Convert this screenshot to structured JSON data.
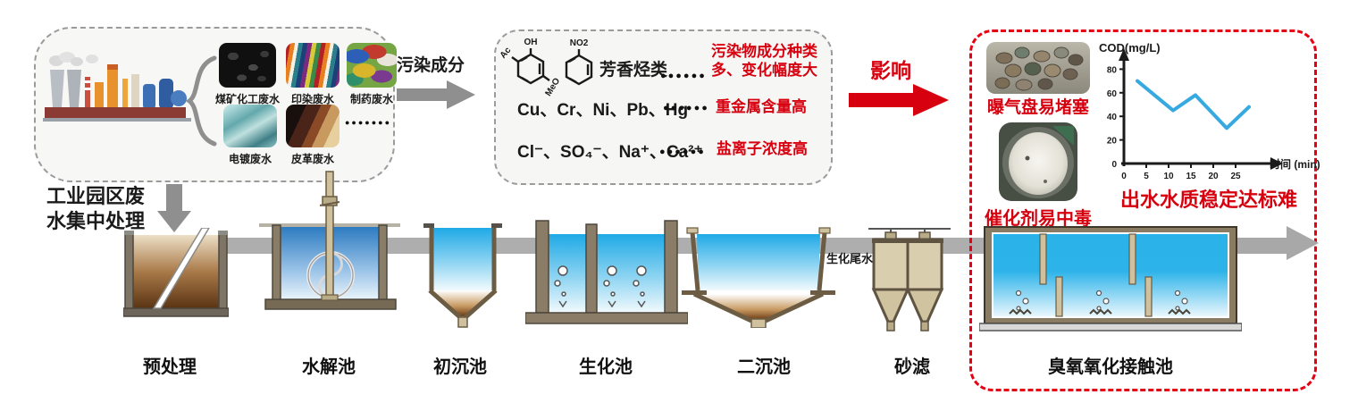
{
  "sources": {
    "items": [
      {
        "label": "煤矿化工废水"
      },
      {
        "label": "印染废水"
      },
      {
        "label": "制药废水"
      },
      {
        "label": "电镀废水"
      },
      {
        "label": "皮革废水"
      }
    ],
    "more": "●●●●●●●"
  },
  "pollution_arrow": {
    "label": "污染成分"
  },
  "components": {
    "aromatic": {
      "benzene1": {
        "top": "OH",
        "left": "Ac",
        "right": "MeO"
      },
      "benzene2": {
        "top": "NO2"
      },
      "name": "芳香烃类",
      "dots": "●●●●●●",
      "note_line1": "污染物成分种类",
      "note_line2": "多、变化幅度大"
    },
    "metals": {
      "formula": "Cu、Cr、Ni、Pb、Hg",
      "dots": "●●●●●●",
      "note": "重金属含量高"
    },
    "salts": {
      "formula": "Cl⁻、SO₄⁻、Na⁺、Ca²⁺",
      "dots": "●●●●●●",
      "note": "盐离子浓度高"
    }
  },
  "impact": {
    "arrow_label": "影响",
    "issue1": "曝气盘易堵塞",
    "issue2": "催化剂易中毒",
    "caption": "出水水质稳定达标难"
  },
  "chart_data": {
    "type": "line",
    "title": "COD(mg/L)",
    "xlabel": "时间 (min)",
    "x": [
      3,
      11,
      16,
      23,
      28
    ],
    "values": [
      70,
      45,
      58,
      30,
      48
    ],
    "x_ticks": [
      0,
      5,
      10,
      15,
      20,
      25
    ],
    "y_ticks": [
      0,
      20,
      40,
      60,
      80
    ],
    "xlim": [
      0,
      31
    ],
    "ylim": [
      0,
      95
    ],
    "grid": false,
    "legend": null,
    "line_color": "#36a9e1"
  },
  "flow": {
    "intro_line1": "工业园区废",
    "intro_line2": "水集中处理",
    "pipe_note": "生化尾水",
    "tanks": [
      {
        "label": "预处理"
      },
      {
        "label": "水解池"
      },
      {
        "label": "初沉池"
      },
      {
        "label": "生化池"
      },
      {
        "label": "二沉池"
      },
      {
        "label": "砂滤"
      },
      {
        "label": "臭氧氧化接触池"
      }
    ]
  },
  "colors": {
    "accent_red": "#d7000f",
    "line_blue": "#36a9e1",
    "pipe_gray": "#aeaeae"
  }
}
